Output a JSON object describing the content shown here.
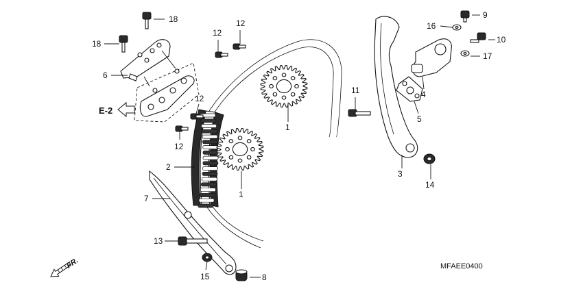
{
  "diagram": {
    "code": "MFAEE0400",
    "ref_label": "E-2",
    "direction_label": "FR.",
    "callouts": {
      "sprocket_upper": "1",
      "sprocket_lower": "1",
      "cam_chain": "2",
      "tensioner_arm": "3",
      "tensioner_lifter": "4",
      "lifter_gasket": "5",
      "chain_guide_top": "6",
      "chain_guide": "7",
      "collar": "8",
      "bolt_9": "9",
      "bolt_10": "10",
      "bolt_11": "11",
      "bolt_12_a": "12",
      "bolt_12_b": "12",
      "bolt_12_c": "12",
      "bolt_12_d": "12",
      "bolt_13": "13",
      "washer_14": "14",
      "washer_15": "15",
      "washer_16": "16",
      "washer_17": "17",
      "bolt_18_a": "18",
      "bolt_18_b": "18"
    }
  }
}
